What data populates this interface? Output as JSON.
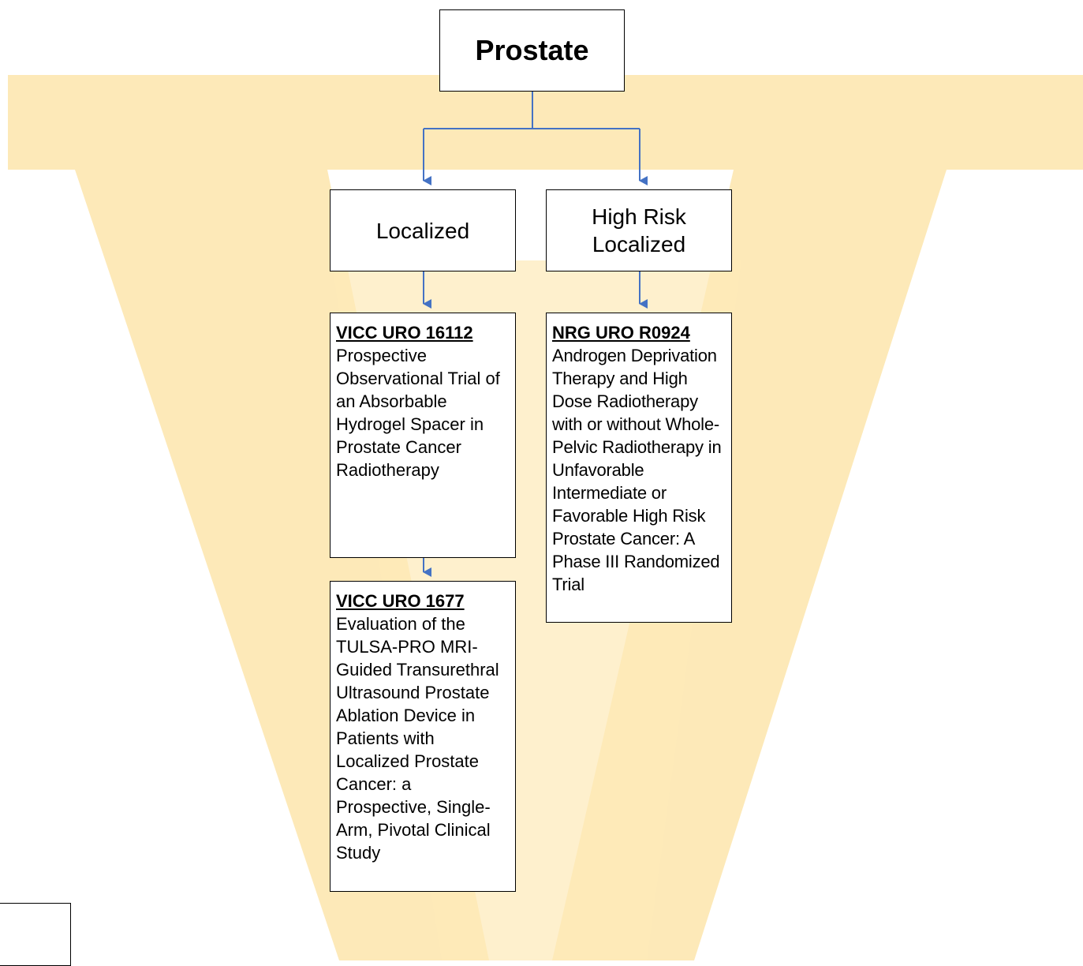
{
  "diagram": {
    "root": {
      "label": "Prostate"
    },
    "categories": [
      {
        "label": "Localized"
      },
      {
        "label": "High Risk\nLocalized"
      }
    ],
    "trials": [
      {
        "code": "VICC URO 16112",
        "description": "Prospective Observational Trial of an Absorbable Hydrogel Spacer in Prostate Cancer Radiotherapy"
      },
      {
        "code": "VICC URO 1677",
        "description": "Evaluation of the TULSA-PRO MRI-Guided Transurethral Ultrasound Prostate Ablation Device in Patients with Localized Prostate Cancer: a Prospective, Single-Arm, Pivotal Clinical Study"
      },
      {
        "code": "NRG URO R0924",
        "description": "Androgen Deprivation Therapy and High Dose Radiotherapy with or without Whole-Pelvic Radiotherapy in Unfavorable Intermediate or Favorable High Risk Prostate Cancer: A Phase III Randomized Trial"
      }
    ],
    "connector_color": "#4472c4",
    "watermark_color": "#fde9b8"
  }
}
